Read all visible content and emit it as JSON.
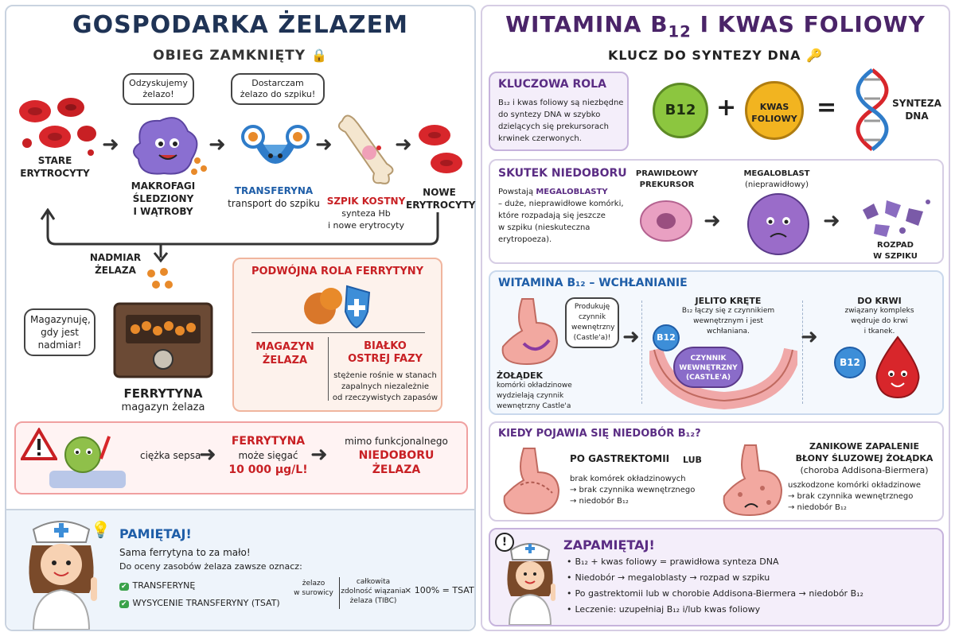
{
  "left": {
    "title": "GOSPODARKA ŻELAZEM",
    "subtitle": "OBIEG ZAMKNIĘTY",
    "cycle": {
      "old_rbc": "STARE ERYTROCYTY",
      "macro": [
        "MAKROFAGI",
        "ŚLEDZIONY",
        "I WĄTROBY"
      ],
      "macro_bubble": [
        "Odzyskujemy",
        "żelazo!"
      ],
      "transferrin_title": "TRANSFERYNA",
      "transferrin_sub": "transport do szpiku",
      "transferrin_bubble": [
        "Dostarczam",
        "żelazo do szpiku!"
      ],
      "marrow_title": "SZPIK KOSTNY",
      "marrow_sub": [
        "synteza Hb",
        "i nowe erytrocyty"
      ],
      "new_rbc": [
        "NOWE",
        "ERYTROCYTY"
      ],
      "excess": [
        "NADMIAR",
        "ŻELAZA"
      ]
    },
    "ferritin": {
      "bubble": [
        "Magazynuję,",
        "gdy jest",
        "nadmiar!"
      ],
      "title": "FERRYTYNA",
      "subtitle": "magazyn żelaza"
    },
    "dual_role": {
      "title": "PODWÓJNA ROLA FERRYTYNY",
      "left": [
        "MAGAZYN",
        "ŻELAZA"
      ],
      "right": [
        "BIAŁKO",
        "OSTREJ FAZY"
      ],
      "right_note": [
        "stężenie rośnie w stanach",
        "zapalnych niezależnie",
        "od rzeczywistych zapasów"
      ]
    },
    "sepsis": {
      "text": "ciężka sepsa",
      "ferritin": [
        "FERRYTYNA",
        "może sięgać",
        "10 000 µg/L!"
      ],
      "despite": "mimo funkcjonalnego",
      "deficiency": [
        "NIEDOBORU",
        "ŻELAZA"
      ]
    },
    "remember": {
      "title": "PAMIĘTAJ!",
      "line1": "Sama ferrytyna to za mało!",
      "line2": "Do oceny zasobów żelaza zawsze oznacz:",
      "items": [
        "TRANSFERYNĘ",
        "WYSYCENIE TRANSFERYNY (TSAT)"
      ],
      "formula_num": [
        "żelazo",
        "w surowicy"
      ],
      "formula_den": [
        "całkowita",
        "zdolność wiązania",
        "żelaza (TIBC)"
      ],
      "formula_tail": "× 100% = TSAT"
    }
  },
  "right": {
    "title_a": "WITAMINA B",
    "title_sub": "12",
    "title_b": " I KWAS FOLIOWY",
    "subtitle": "KLUCZ DO SYNTEZY DNA",
    "key_role": {
      "title": "KLUCZOWA ROLA",
      "text": [
        "B₁₂ i kwas foliowy są niezbędne",
        "do syntezy DNA w szybko",
        "dzielących się prekursorach",
        "krwinek czerwonych."
      ],
      "b12": "B12",
      "plus": "+",
      "folic": [
        "KWAS",
        "FOLIOWY"
      ],
      "eq": "=",
      "dna": [
        "SYNTEZA",
        "DNA"
      ]
    },
    "deficiency": {
      "title": "SKUTEK NIEDOBORU",
      "text_pre": "Powstają ",
      "text_highlight": "MEGALOBLASTY",
      "text_post": [
        "– duże, nieprawidłowe komórki,",
        "które rozpadają się jeszcze",
        "w szpiku (nieskuteczna",
        "erytropoeza)."
      ],
      "normal": [
        "PRAWIDŁOWY",
        "PREKURSOR"
      ],
      "megaloblast": [
        "MEGALOBLAST",
        "(nieprawidłowy)"
      ],
      "breakdown": [
        "ROZPAD",
        "W SZPIKU"
      ]
    },
    "absorption": {
      "title": "WITAMINA B₁₂ – WCHŁANIANIE",
      "stomach_bubble": [
        "Produkuję",
        "czynnik",
        "wewnętrzny",
        "(Castle'a)!"
      ],
      "stomach_title": "ŻOŁĄDEK",
      "stomach_text": [
        "komórki okładzinowe",
        "wydzielają czynnik",
        "wewnętrzny Castle'a"
      ],
      "ileum_title": "JELITO KRĘTE",
      "ileum_text": [
        "B₁₂ łączy się z czynnikiem",
        "wewnętrznym i jest",
        "wchłaniana."
      ],
      "factor": [
        "CZYNNIK",
        "WEWNĘTRZNY",
        "(CASTLE'A)"
      ],
      "b12": "B12",
      "blood_title": "DO KRWI",
      "blood_text": [
        "związany kompleks",
        "wędruje do krwi",
        "i tkanek."
      ]
    },
    "when": {
      "title": "KIEDY POJAWIA SIĘ NIEDOBÓR B₁₂?",
      "gastrectomy": "PO GASTREKTOMII",
      "gastrectomy_text": [
        "brak komórek okładzinowych",
        "→ brak czynnika wewnętrznego",
        "→ niedobór B₁₂"
      ],
      "or": "LUB",
      "atrophic": [
        "ZANIKOWE ZAPALENIE",
        "BŁONY ŚLUZOWEJ ŻOŁĄDKA",
        "(choroba Addisona-Biermera)"
      ],
      "atrophic_text": [
        "uszkodzone komórki okładzinowe",
        "→ brak czynnika wewnętrznego",
        "→ niedobór B₁₂"
      ]
    },
    "remember": {
      "title": "ZAPAMIĘTAJ!",
      "items": [
        "B₁₂ + kwas foliowy = prawidłowa synteza DNA",
        "Niedobór → megaloblasty → rozpad w szpiku",
        "Po gastrektomii lub w chorobie Addisona-Biermera → niedobór B₁₂",
        "Leczenie: uzupełniaj B₁₂ i/lub kwas foliowy"
      ]
    }
  }
}
